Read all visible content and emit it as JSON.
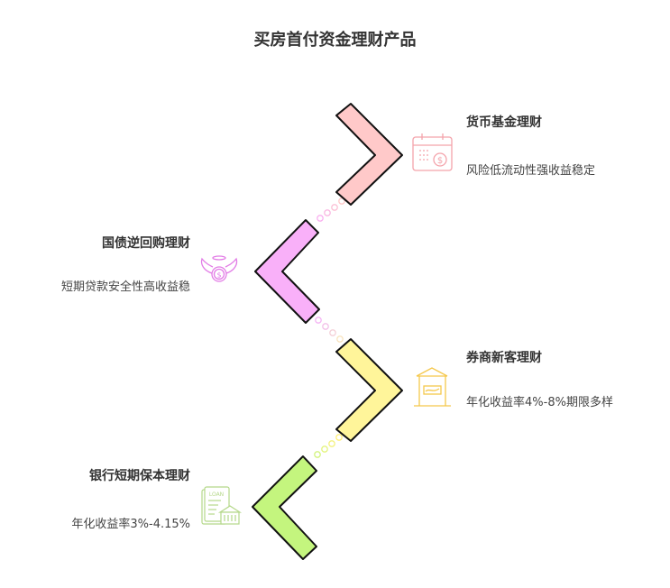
{
  "title": "买房首付资金理财产品",
  "colors": {
    "pink": "#ffc9c9",
    "magenta": "#f9b0f9",
    "yellow": "#fff59a",
    "green": "#c4f57e",
    "pink_icon": "#f4a3ab",
    "magenta_icon": "#e27ce6",
    "yellow_icon": "#f5c84c",
    "green_icon": "#b5d88a"
  },
  "items": [
    {
      "heading": "货币基金理财",
      "description": "风险低流动性强收益稳定",
      "icon": "calendar-dollar-icon"
    },
    {
      "heading": "国债逆回购理财",
      "description": "短期贷款安全性高收益稳",
      "icon": "winged-coin-icon"
    },
    {
      "heading": "券商新客理财",
      "description": "年化收益率4%-8%期限多样",
      "icon": "storefront-icon"
    },
    {
      "heading": "银行短期保本理财",
      "description": "年化收益率3%-4.15%",
      "icon": "loan-bank-icon",
      "icon_text": "LOAN"
    }
  ]
}
